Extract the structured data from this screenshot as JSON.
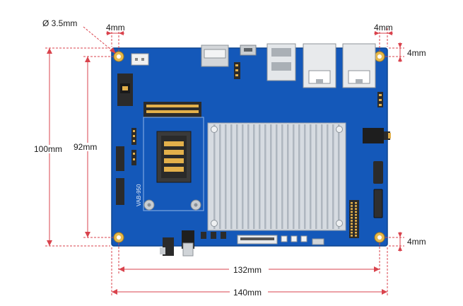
{
  "diagram": {
    "board_label": "VAB-950",
    "dimensions": {
      "hole_diameter": "Ø 3.5mm",
      "offset_top_left": "4mm",
      "offset_top_right": "4mm",
      "offset_right_top": "4mm",
      "offset_right_bottom": "4mm",
      "height_outer": "100mm",
      "height_inner": "92mm",
      "width_inner": "132mm",
      "width_outer": "140mm"
    }
  },
  "colors": {
    "board": "#1458b9",
    "board_edge": "#0e468f",
    "dimension_line": "#d9434d",
    "heatsink": "#d6dbe1",
    "fin": "#aeb6bf",
    "connector_dark": "#2b2b2b",
    "mount_hole": "#e6b84a",
    "usb_metal": "#c9cdd1"
  }
}
